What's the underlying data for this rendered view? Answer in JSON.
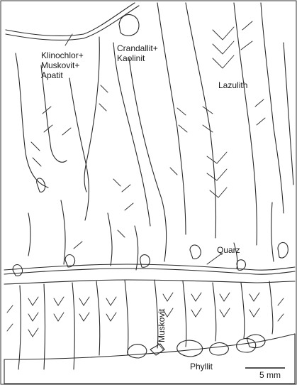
{
  "figure": {
    "background": "#ffffff",
    "ink_color": "#2a2a2a",
    "fill_gray": "#c8c8c8",
    "labels": {
      "klinochlor": [
        "Klinochlor+",
        "Muskovit+",
        "Apatit"
      ],
      "crandallit": [
        "Crandallit+",
        "Kaolinit"
      ],
      "lazulith": "Lazulith",
      "quarz": "Quarz",
      "muskovit": "Muskovit",
      "phyllit": "Phyllit",
      "scale": "5 mm"
    }
  }
}
